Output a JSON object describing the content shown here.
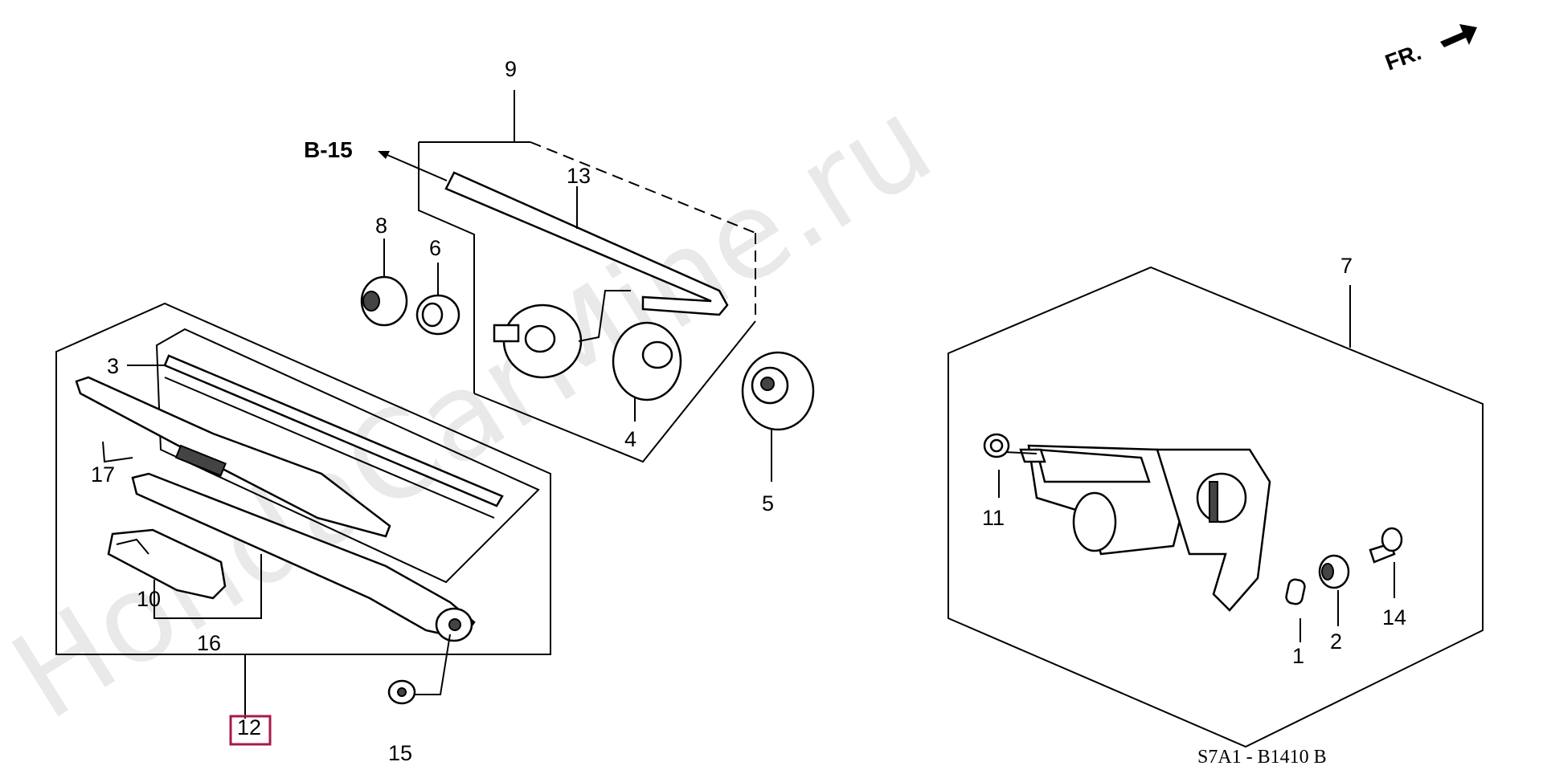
{
  "watermark": "HondaCarMine.ru",
  "front_indicator": "FR.",
  "reference": "B-15",
  "diagram_code": "S7A1 - B1410 B",
  "callouts": {
    "c1": "1",
    "c2": "2",
    "c3": "3",
    "c4": "4",
    "c5": "5",
    "c6": "6",
    "c7": "7",
    "c8": "8",
    "c9": "9",
    "c10": "10",
    "c11": "11",
    "c12": "12",
    "c13": "13",
    "c14": "14",
    "c15": "15",
    "c16": "16",
    "c17": "17"
  },
  "colors": {
    "highlight": "#a8194a",
    "watermark": "#e9e9e9"
  }
}
